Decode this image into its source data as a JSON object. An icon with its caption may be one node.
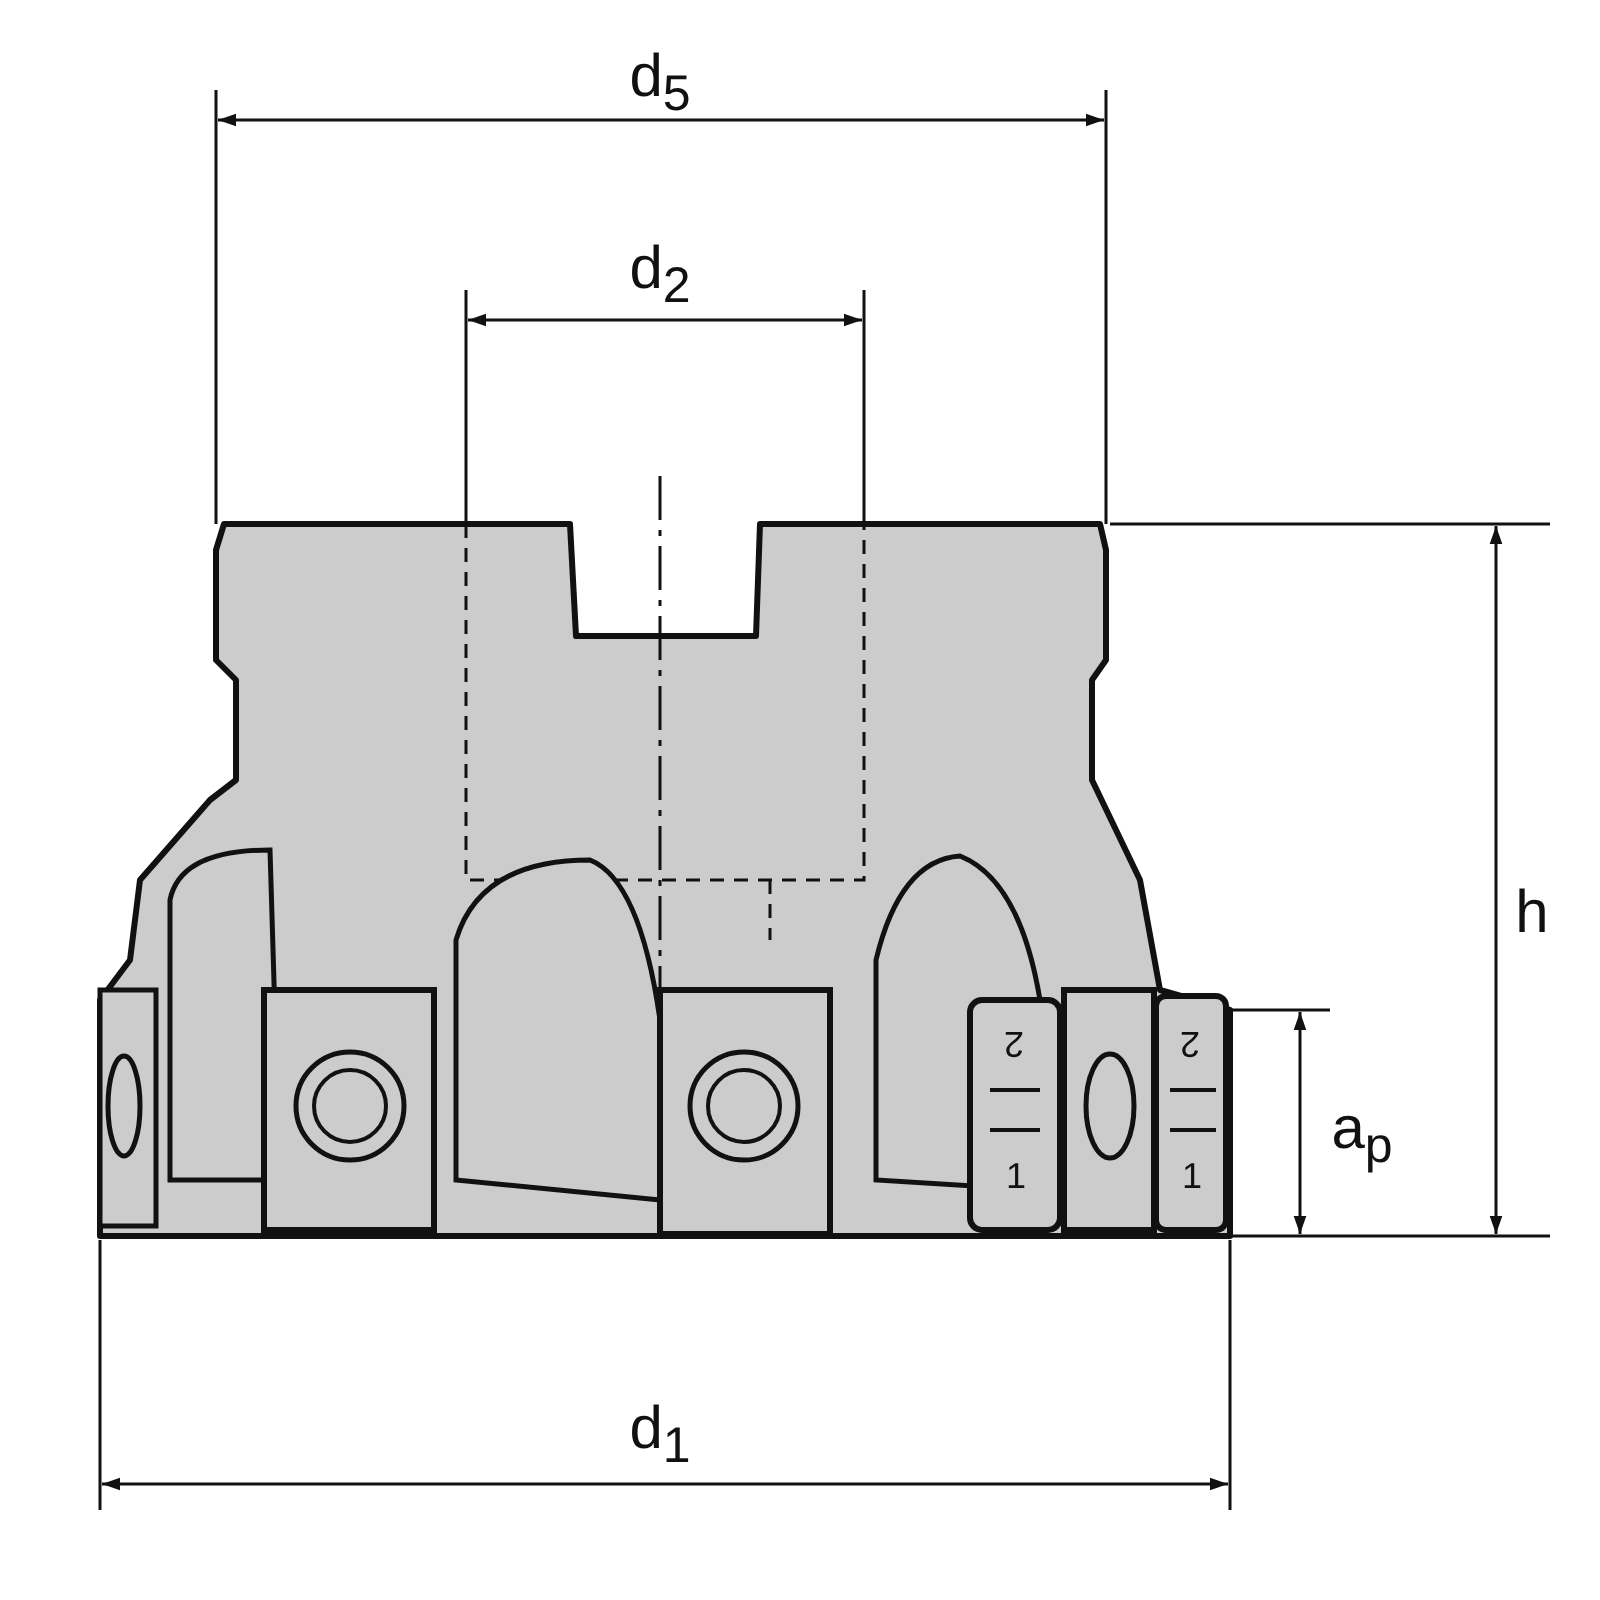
{
  "diagram": {
    "labels": [
      "d$_{5}$",
      "d$_{2}$",
      "h",
      "2",
      "2",
      "a$_{p}$",
      "1",
      "1",
      "d$_{1}$"
    ]
  }
}
